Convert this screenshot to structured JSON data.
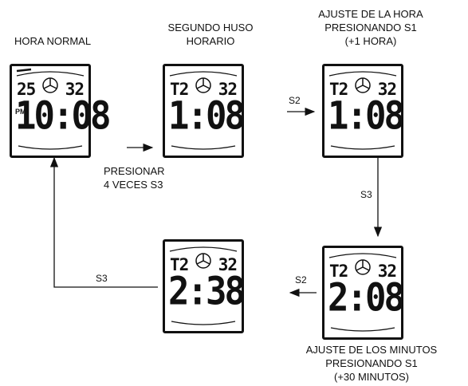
{
  "captions": {
    "normal_time": "HORA NORMAL",
    "second_zone": [
      "SEGUNDO HUSO",
      "HORARIO"
    ],
    "adjust_hour": [
      "AJUSTE DE LA HORA",
      "PRESIONANDO S1",
      "(+1 HORA)"
    ],
    "press_s3": [
      "PRESIONAR",
      "4 VECES S3"
    ],
    "adjust_minutes": [
      "AJUSTE DE LOS MINUTOS",
      "PRESIONANDO S1",
      "(+30 MINUTOS)"
    ]
  },
  "arrows": {
    "s2_top": "S2",
    "s3_down": "S3",
    "s2_bottom": "S2",
    "s3_return": "S3"
  },
  "displays": {
    "normal": {
      "top_left": "25",
      "top_right": "32",
      "time": "10:08",
      "pm": "PM"
    },
    "zone2": {
      "top_left": "T2",
      "top_right": "32",
      "time": "1:08"
    },
    "hour_adjust": {
      "top_left": "T2",
      "top_right": "32",
      "time": "1:08"
    },
    "minute_adjust": {
      "top_left": "T2",
      "top_right": "32",
      "time": "2:08"
    },
    "final": {
      "top_left": "T2",
      "top_right": "32",
      "time": "2:38"
    }
  }
}
